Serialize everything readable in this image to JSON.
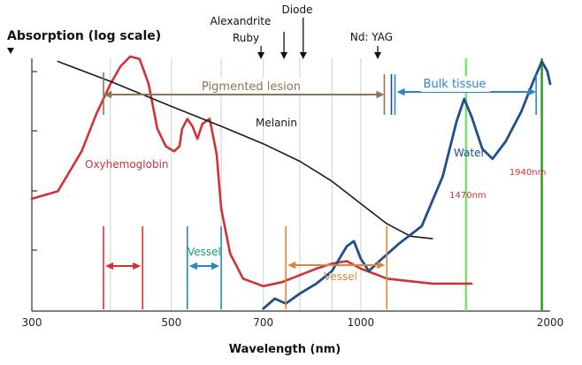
{
  "chart_data": {
    "type": "line",
    "ylabel": "Absorption (log scale)",
    "xlabel": "Wavelength (nm)",
    "x_scale": "log",
    "xlim": [
      300,
      2000
    ],
    "ticks": [
      300,
      500,
      700,
      1000,
      2000
    ],
    "tick_labels": [
      "300",
      "500",
      "700",
      "1000",
      "2000"
    ],
    "gridlines": [
      400,
      500,
      600,
      700,
      800,
      900,
      1000
    ],
    "series": [
      {
        "name": "Oxyhemoglobin",
        "color": "#d03236",
        "points": [
          [
            300,
            2.25
          ],
          [
            330,
            2.4
          ],
          [
            360,
            3.2
          ],
          [
            380,
            3.95
          ],
          [
            400,
            4.55
          ],
          [
            415,
            4.9
          ],
          [
            430,
            5.1
          ],
          [
            445,
            5.05
          ],
          [
            460,
            4.55
          ],
          [
            475,
            3.65
          ],
          [
            490,
            3.3
          ],
          [
            505,
            3.2
          ],
          [
            515,
            3.3
          ],
          [
            520,
            3.65
          ],
          [
            530,
            3.85
          ],
          [
            540,
            3.7
          ],
          [
            550,
            3.45
          ],
          [
            560,
            3.75
          ],
          [
            575,
            3.85
          ],
          [
            590,
            3.15
          ],
          [
            600,
            2.05
          ],
          [
            620,
            1.15
          ],
          [
            650,
            0.65
          ],
          [
            700,
            0.5
          ],
          [
            750,
            0.58
          ],
          [
            800,
            0.72
          ],
          [
            850,
            0.85
          ],
          [
            900,
            0.95
          ],
          [
            950,
            1.0
          ],
          [
            1000,
            0.85
          ],
          [
            1050,
            0.75
          ],
          [
            1100,
            0.65
          ],
          [
            1300,
            0.55
          ],
          [
            1500,
            0.55
          ]
        ]
      },
      {
        "name": "Melanin",
        "color": "#1a1a1a",
        "points": [
          [
            330,
            5.0
          ],
          [
            400,
            4.6
          ],
          [
            500,
            4.1
          ],
          [
            600,
            3.7
          ],
          [
            700,
            3.35
          ],
          [
            800,
            3.0
          ],
          [
            900,
            2.6
          ],
          [
            1000,
            2.15
          ],
          [
            1100,
            1.75
          ],
          [
            1200,
            1.5
          ],
          [
            1300,
            1.45
          ]
        ]
      },
      {
        "name": "Water",
        "color": "#1f4e8c",
        "points": [
          [
            700,
            0.05
          ],
          [
            730,
            0.25
          ],
          [
            760,
            0.15
          ],
          [
            800,
            0.35
          ],
          [
            850,
            0.55
          ],
          [
            900,
            0.8
          ],
          [
            950,
            1.3
          ],
          [
            975,
            1.4
          ],
          [
            1000,
            1.05
          ],
          [
            1030,
            0.8
          ],
          [
            1070,
            1.0
          ],
          [
            1150,
            1.35
          ],
          [
            1250,
            1.7
          ],
          [
            1350,
            2.7
          ],
          [
            1420,
            3.8
          ],
          [
            1460,
            4.25
          ],
          [
            1500,
            3.9
          ],
          [
            1560,
            3.25
          ],
          [
            1620,
            3.05
          ],
          [
            1700,
            3.4
          ],
          [
            1800,
            4.0
          ],
          [
            1880,
            4.6
          ],
          [
            1940,
            5.0
          ],
          [
            1980,
            4.8
          ],
          [
            2000,
            4.55
          ]
        ]
      }
    ],
    "series_labels": [
      "Oxyhemoglobin",
      "Melanin",
      "Water"
    ],
    "lasers": [
      {
        "name": "Alexandrite",
        "x": 755
      },
      {
        "name": "Ruby",
        "x": 694
      },
      {
        "name": "Diode",
        "x": 810
      },
      {
        "name": "Nd: YAG",
        "x": 1064
      }
    ],
    "vlines": [
      {
        "x": 1470,
        "label": "1470nm",
        "color": "#7fe07a"
      },
      {
        "x": 1940,
        "label": "1940nm",
        "color": "#3a9a2c"
      }
    ],
    "ranges": [
      {
        "label": "Pigmented lesion",
        "from": 390,
        "to": 1090,
        "color": "#8f7356"
      },
      {
        "label": "Bulk tissue",
        "from": 1100,
        "to": 1900,
        "color": "#2b86c8"
      },
      {
        "label": "",
        "from": 390,
        "to": 450,
        "color": "#d03236"
      },
      {
        "label": "Vessel",
        "from": 530,
        "to": 600,
        "color": "#2b86c8"
      },
      {
        "label": "Vessel",
        "from": 760,
        "to": 1100,
        "color": "#d88838"
      }
    ]
  }
}
